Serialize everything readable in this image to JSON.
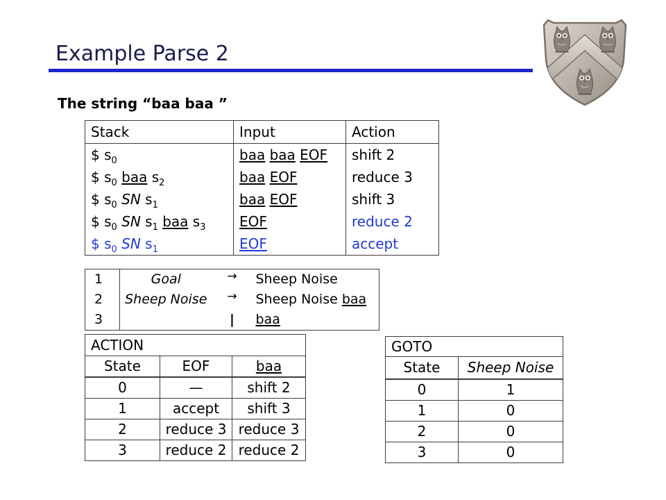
{
  "slide": {
    "title": "Example Parse 2",
    "subtitle": "The string “baa baa ”"
  },
  "colors": {
    "title": "#1c1c4c",
    "rule": "#2024cc",
    "highlight": "#2139d6"
  },
  "crest": {
    "icon": "rice-owl-crest-icon"
  },
  "parse_table": {
    "headers": [
      "Stack",
      "Input",
      "Action"
    ],
    "rows": [
      {
        "stack": {
          "parts": [
            {
              "text": "$ s"
            },
            {
              "text": "0",
              "sub": true
            }
          ]
        },
        "input": {
          "parts": [
            {
              "text": "baa",
              "u": true
            },
            {
              "text": " "
            },
            {
              "text": "baa",
              "u": true
            },
            {
              "text": " "
            },
            {
              "text": "EOF",
              "u": true
            }
          ]
        },
        "action": {
          "parts": [
            {
              "text": "shift 2"
            }
          ]
        }
      },
      {
        "stack": {
          "parts": [
            {
              "text": "$ s"
            },
            {
              "text": "0",
              "sub": true
            },
            {
              "text": " "
            },
            {
              "text": "baa",
              "u": true
            },
            {
              "text": " s"
            },
            {
              "text": "2",
              "sub": true
            }
          ]
        },
        "input": {
          "parts": [
            {
              "text": "baa",
              "u": true
            },
            {
              "text": " "
            },
            {
              "text": "EOF",
              "u": true
            }
          ]
        },
        "action": {
          "parts": [
            {
              "text": "reduce 3"
            }
          ]
        }
      },
      {
        "stack": {
          "parts": [
            {
              "text": "$ s"
            },
            {
              "text": "0",
              "sub": true
            },
            {
              "text": " "
            },
            {
              "text": "SN",
              "i": true
            },
            {
              "text": " s"
            },
            {
              "text": "1",
              "sub": true
            }
          ]
        },
        "input": {
          "parts": [
            {
              "text": "baa",
              "u": true
            },
            {
              "text": " "
            },
            {
              "text": "EOF",
              "u": true
            }
          ]
        },
        "action": {
          "parts": [
            {
              "text": "shift 3"
            }
          ]
        }
      },
      {
        "stack": {
          "parts": [
            {
              "text": "$ s"
            },
            {
              "text": "0",
              "sub": true
            },
            {
              "text": " "
            },
            {
              "text": "SN",
              "i": true
            },
            {
              "text": " s"
            },
            {
              "text": "1",
              "sub": true
            },
            {
              "text": " "
            },
            {
              "text": "baa",
              "u": true
            },
            {
              "text": " s"
            },
            {
              "text": "3",
              "sub": true
            }
          ]
        },
        "input": {
          "parts": [
            {
              "text": "EOF",
              "u": true
            }
          ]
        },
        "action": {
          "parts": [
            {
              "text": "reduce 2"
            }
          ],
          "highlight": true
        }
      },
      {
        "stack": {
          "parts": [
            {
              "text": "$ s"
            },
            {
              "text": "0",
              "sub": true
            },
            {
              "text": " "
            },
            {
              "text": "SN",
              "i": true
            },
            {
              "text": " s"
            },
            {
              "text": "1",
              "sub": true
            }
          ],
          "highlight": true
        },
        "input": {
          "parts": [
            {
              "text": "EOF",
              "u": true
            }
          ],
          "highlight": true
        },
        "action": {
          "parts": [
            {
              "text": "accept"
            }
          ],
          "highlight": true
        }
      }
    ]
  },
  "grammar": {
    "rows": [
      {
        "num": "1",
        "lhs": [
          {
            "text": "Goal",
            "i": true
          }
        ],
        "op": "→",
        "rhs": [
          {
            "text": "Sheep Noise"
          }
        ]
      },
      {
        "num": "2",
        "lhs": [
          {
            "text": "Sheep Noise",
            "i": true
          }
        ],
        "op": "→",
        "rhs": [
          {
            "text": "Sheep Noise "
          },
          {
            "text": "baa",
            "u": true
          }
        ]
      },
      {
        "num": "3",
        "lhs": [],
        "op": "|",
        "rhs": [
          {
            "text": "baa",
            "u": true
          }
        ]
      }
    ]
  },
  "action_table": {
    "title": "ACTION",
    "headers": [
      {
        "text": "State"
      },
      {
        "text": "EOF"
      },
      {
        "text": "baa",
        "u": true
      }
    ],
    "rows": [
      [
        "0",
        "—",
        "shift 2"
      ],
      [
        "1",
        "accept",
        "shift 3"
      ],
      [
        "2",
        "reduce 3",
        "reduce 3"
      ],
      [
        "3",
        "reduce 2",
        "reduce 2"
      ]
    ]
  },
  "goto_table": {
    "title": "GOTO",
    "headers": [
      {
        "text": "State"
      },
      {
        "text": "Sheep Noise",
        "i": true
      }
    ],
    "rows": [
      [
        "0",
        "1"
      ],
      [
        "1",
        "0"
      ],
      [
        "2",
        "0"
      ],
      [
        "3",
        "0"
      ]
    ]
  }
}
